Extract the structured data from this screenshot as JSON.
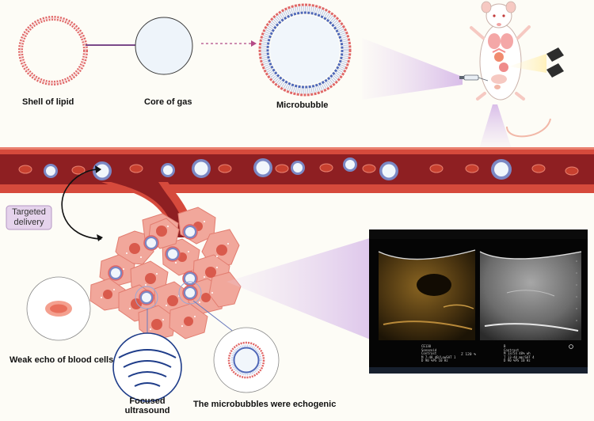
{
  "labels": {
    "shell_of_lipid": "Shell of lipid",
    "core_of_gas": "Core of gas",
    "microbubble": "Microbubble",
    "targeted_delivery_line1": "Targeted",
    "targeted_delivery_line2": "delivery",
    "weak_echo": "Weak echo of blood cells",
    "focused_line1": "Focused",
    "focused_line2": "ultrasound",
    "echogenic": "The microbubbles were echogenic"
  },
  "ultrasound_readout": {
    "left_panel": [
      "CE130",
      "Sonazoid",
      "Contrast",
      "M 7-48 dB/LowSAT 1",
      "D 90 %PS 10 Hz"
    ],
    "left_center": "Z 120 %",
    "right_panel": [
      "B",
      "Contrast",
      "M 13/54 48% wh",
      "T 13-40 mm/SAT 4",
      "D 90 %PS 10 Hz"
    ]
  },
  "colors": {
    "background": "#fdfcf6",
    "vessel_outer": "#d64a3c",
    "vessel_lumen": "#8e1f22",
    "red_blood_cell": "#c8402f",
    "lipid_heads": "#e06666",
    "gas_core": "#f1f6fb",
    "tumor_cell": "#f1a79b",
    "tumor_nucleus": "#d95a4c",
    "targeted_box": "#e5d3ec",
    "wave_blue": "#1f3d8a"
  }
}
